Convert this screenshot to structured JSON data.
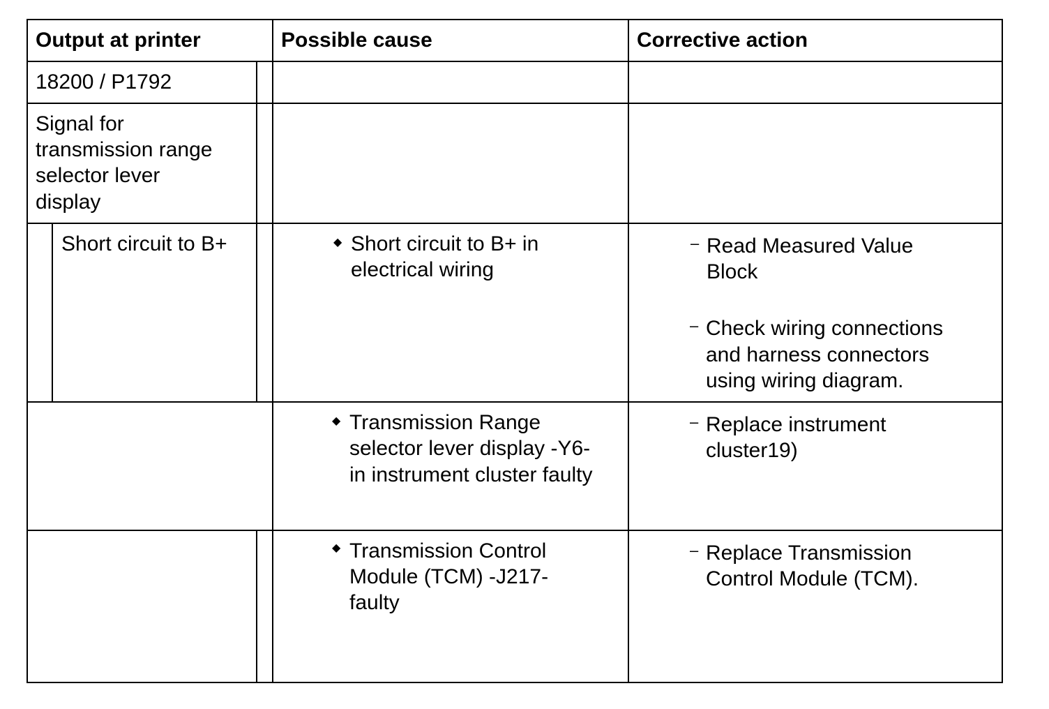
{
  "headers": {
    "output": "Output at printer",
    "cause": "Possible cause",
    "action": "Corrective action"
  },
  "fault": {
    "code": "18200 / P1792",
    "description": [
      "Signal for",
      "transmission range",
      "selector lever",
      "display"
    ],
    "condition": "Short circuit to B+"
  },
  "causes": [
    {
      "marker": "◆",
      "lines": [
        "Short circuit to B+ in",
        "electrical wiring"
      ]
    },
    {
      "marker": "◆",
      "lines": [
        "Transmission Range",
        "selector lever display -Y6-",
        "in instrument cluster faulty"
      ]
    },
    {
      "marker": "◆",
      "lines": [
        "Transmission Control",
        "Module (TCM) -J217-",
        "faulty"
      ]
    }
  ],
  "actions": [
    {
      "marker": "–",
      "lines": [
        "Read Measured Value",
        "Block"
      ]
    },
    {
      "marker": "–",
      "lines": [
        "Check wiring connections",
        "and harness connectors",
        "using wiring diagram."
      ]
    },
    {
      "marker": "–",
      "lines": [
        "Replace instrument",
        "cluster19)"
      ]
    },
    {
      "marker": "–",
      "lines": [
        "Replace Transmission",
        "Control Module (TCM)."
      ]
    }
  ]
}
